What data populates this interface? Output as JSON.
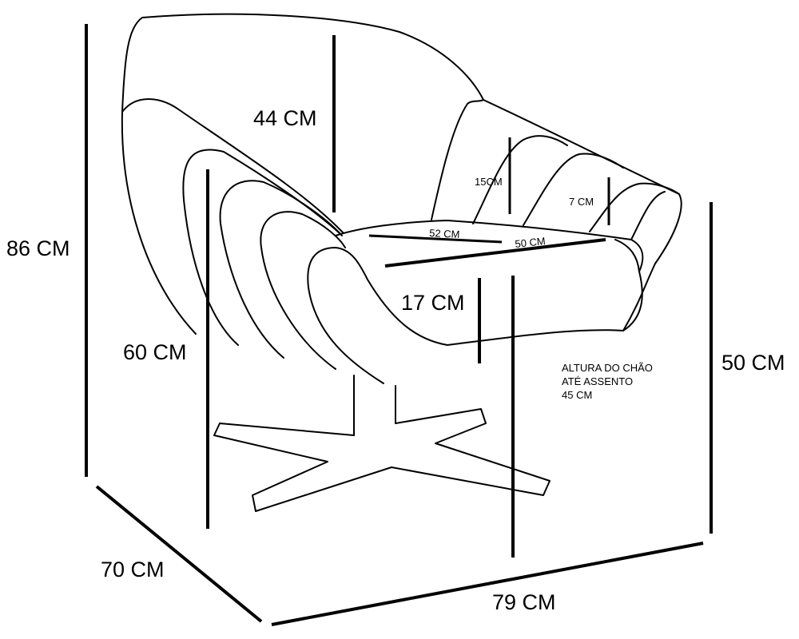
{
  "dimensions": {
    "total_height": "86 CM",
    "backrest_height": "44 CM",
    "armrest_height": "60 CM",
    "seat_height": "50 CM",
    "depth": "70 CM",
    "width": "79 CM",
    "seat_thickness": "17 CM",
    "seat_back_width": "52 CM",
    "seat_front_width": "50 CM",
    "channel_width": "15CM",
    "channel_small": "7 CM"
  },
  "note": {
    "line1": "ALTURA DO CHÃO",
    "line2": "ATÉ ASSENTO",
    "line3": "45 CM"
  }
}
